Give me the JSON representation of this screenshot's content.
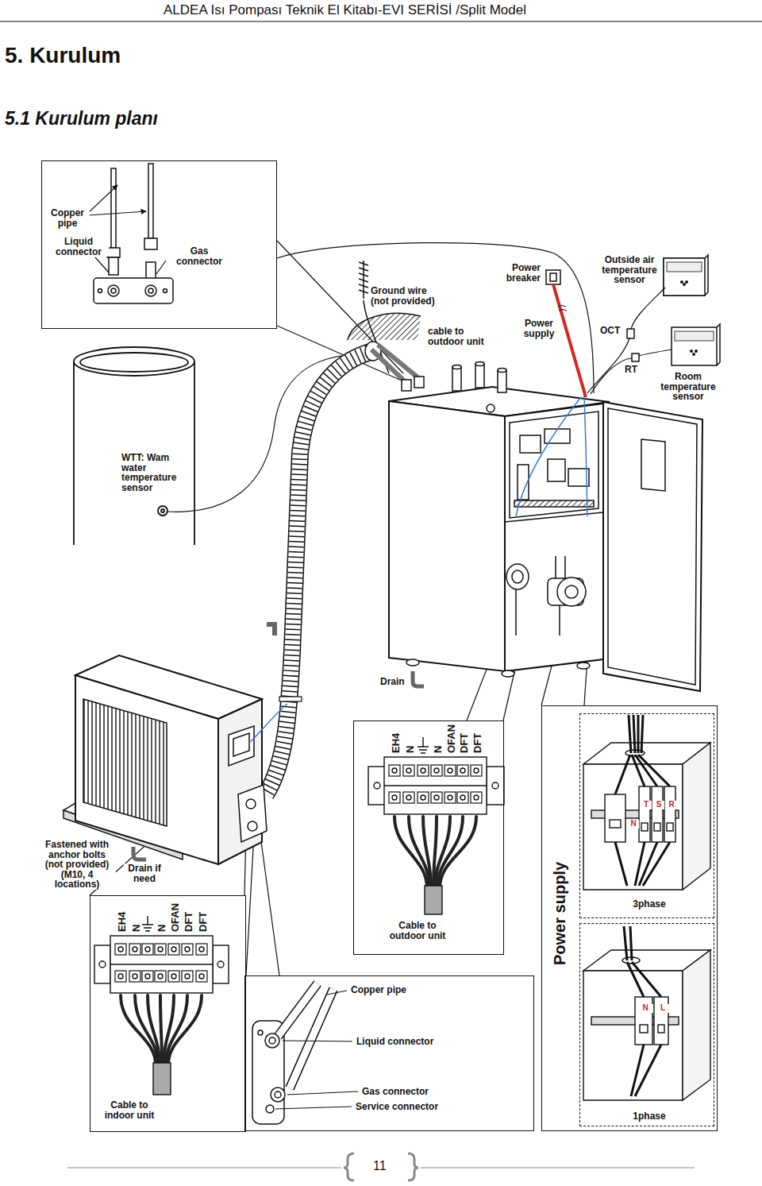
{
  "diagram": {
    "title": "5. Kurulum",
    "nodes": [
      {
        "text": [
          "Copper pipe",
          "Liquid connector",
          "Gas connector"
        ]
      },
      {
        "text": [
          "EH4",
          "N",
          "N",
          "OFAN",
          "DFT",
          "DFT",
          "Cable to outdoor unit"
        ]
      },
      {
        "text": [
          "Power supply"
        ]
      },
      {
        "text": [
          "T",
          "S",
          "R",
          "N",
          "3phase"
        ],
        "in": 2
      },
      {
        "text": [
          "N",
          "L",
          "1phase"
        ],
        "in": 2
      },
      {
        "text": [
          "EH4",
          "N",
          "N",
          "OFAN",
          "DFT",
          "DFT",
          "Cable to indoor unit"
        ]
      },
      {
        "text": [
          "Copper pipe",
          "Liquid connector",
          "Gas connector",
          "Service connector"
        ]
      }
    ],
    "labels": [
      "ALDEA Isı Pompası Teknik El Kitabı-EVI SERİSİ /Split Model",
      "5.1 Kurulum planı",
      "Ground wire (not provided)",
      "Power breaker",
      "Outside air temperature sensor",
      "cable to outdoor unit",
      "Power supply",
      "OCT",
      "RT",
      "Room temperature sensor",
      "WTT: Wam water temperature sensor",
      "Drain",
      "Fastened with anchor bolts (not provided) (M10, 4 locations)",
      "Drain if need",
      "11"
    ]
  }
}
